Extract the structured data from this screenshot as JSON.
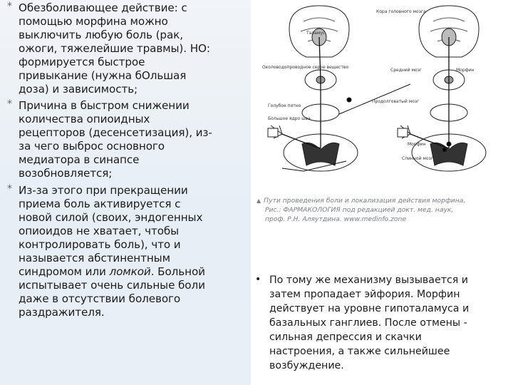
{
  "bullets": [
    {
      "mark": "*",
      "lines": [
        "Обезболивающее действие: с",
        "помощью морфина можно",
        "выключить любую боль (рак,",
        "ожоги, тяжелейшие травмы). НО:",
        "формируется быстрое",
        "привыкание (нужна бОльшая",
        "доза) и зависимость;"
      ]
    },
    {
      "mark": "*",
      "lines": [
        "Причина в быстром снижении",
        "количества опиоидных",
        "рецепторов (десенсетизация), из-",
        "за чего выброс основного",
        "медиатора в синапсе",
        "возобновляется;"
      ]
    },
    {
      "mark": "*",
      "lines": [
        "Из-за этого при прекращении",
        "приема боль активируется с",
        "новой силой (своих, эндогенных",
        "опиоидов не хватает, чтобы",
        "контролировать боль), что и",
        "называется абстинентным"
      ],
      "tail_pre": "синдромом или ",
      "tail_italic": "ломкой",
      "tail_post": ". Больной",
      "extra": [
        "испытывает очень сильные боли",
        "даже в отсутствии болевого",
        "раздражителя."
      ]
    }
  ],
  "figure": {
    "labels": {
      "cortex": "Кора головного мозга",
      "thalamus": "Таламус",
      "pag": "Околоводопроводное серое вещество",
      "midbrain": "Средний мозг",
      "morphine": "Морфин",
      "medulla": "Продолговатый мозг",
      "locus": "Голубое пятно",
      "raphe": "Большое ядро шва",
      "morphine2": "Морфин",
      "spinal": "Спинной мозг"
    }
  },
  "caption": {
    "icon": "▲",
    "lines": [
      "Пути проведения боли и локализация действия морфина.",
      "Рис.: ФАРМАКОЛОГИЯ под редакцией докт. мед. наук,",
      "проф. Р.Н. Аляутдина. www.medinfo.zone"
    ]
  },
  "right_bullet": {
    "mark": "•",
    "lines": [
      "По тому же механизму вызывается и",
      "затем пропадает эйфория. Морфин",
      "действует на уровне гипоталамуса и",
      "базальных ганглиев. После отмены -",
      "сильная депрессия и скачки",
      "настроения, а также сильнейшее",
      "возбуждение."
    ]
  }
}
